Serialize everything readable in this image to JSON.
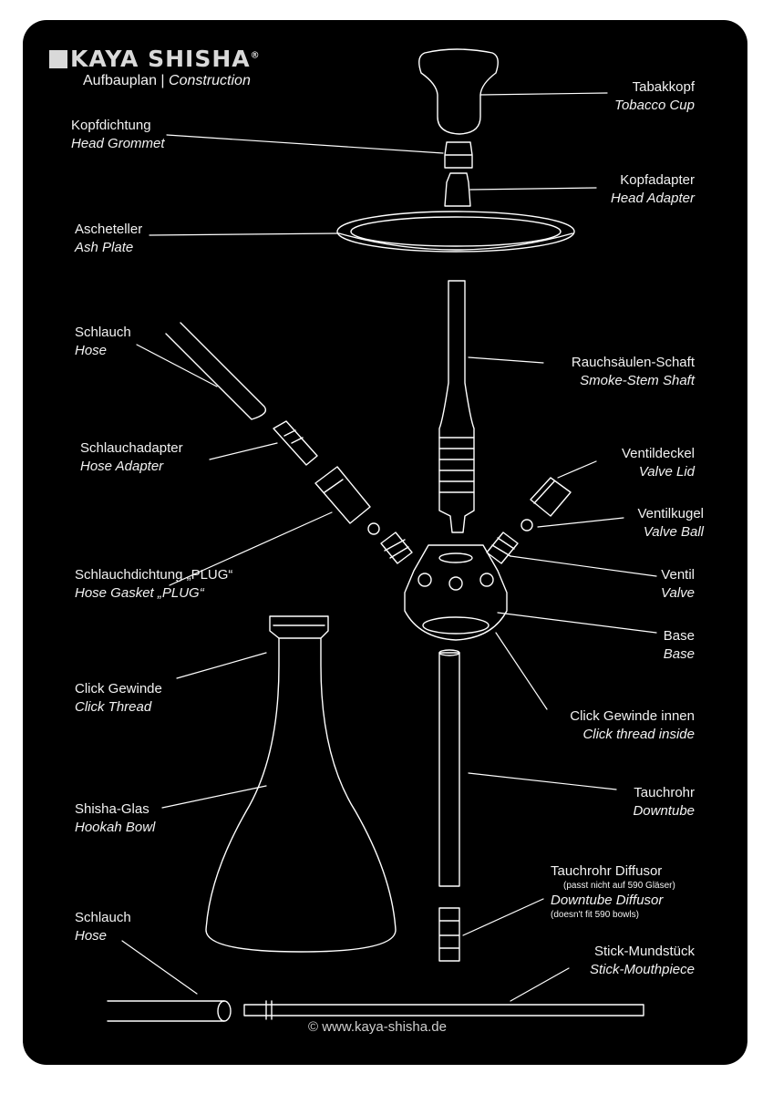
{
  "brand": {
    "name": "KAYA SHISHA",
    "registered": "®"
  },
  "subtitle": {
    "de": "Aufbauplan",
    "sep": " | ",
    "en": "Construction"
  },
  "labels": {
    "tobacco_cup": {
      "de": "Tabakkopf",
      "en": "Tobacco Cup"
    },
    "head_grommet": {
      "de": "Kopfdichtung",
      "en": "Head Grommet"
    },
    "head_adapter": {
      "de": "Kopfadapter",
      "en": "Head Adapter"
    },
    "ash_plate": {
      "de": "Ascheteller",
      "en": "Ash Plate"
    },
    "hose_top": {
      "de": "Schlauch",
      "en": "Hose"
    },
    "smoke_stem": {
      "de": "Rauchsäulen-Schaft",
      "en": "Smoke-Stem Shaft"
    },
    "hose_adapter": {
      "de": "Schlauchadapter",
      "en": "Hose Adapter"
    },
    "valve_lid": {
      "de": "Ventildeckel",
      "en": "Valve Lid"
    },
    "valve_ball": {
      "de": "Ventilkugel",
      "en": "Valve Ball"
    },
    "hose_gasket": {
      "de": "Schlauchdichtung „PLUG“",
      "en": "Hose Gasket „PLUG“"
    },
    "valve": {
      "de": "Ventil",
      "en": "Valve"
    },
    "base": {
      "de": "Base",
      "en": "Base"
    },
    "click_thread": {
      "de": "Click Gewinde",
      "en": "Click Thread"
    },
    "click_thread_inside": {
      "de": "Click Gewinde innen",
      "en": "Click thread inside"
    },
    "downtube": {
      "de": "Tauchrohr",
      "en": "Downtube"
    },
    "hookah_bowl": {
      "de": "Shisha-Glas",
      "en": "Hookah Bowl"
    },
    "diffusor": {
      "de": "Tauchrohr Diffusor",
      "de_note": "(passt nicht auf 590 Gläser)",
      "en": "Downtube Diffusor",
      "en_note": "(doesn't fit 590 bowls)"
    },
    "hose_bottom": {
      "de": "Schlauch",
      "en": "Hose"
    },
    "mouthpiece": {
      "de": "Stick-Mundstück",
      "en": "Stick-Mouthpiece"
    }
  },
  "copyright": "© www.kaya-shisha.de",
  "colors": {
    "background": "#000000",
    "line": "#ffffff",
    "text": "#f2f2f2"
  }
}
